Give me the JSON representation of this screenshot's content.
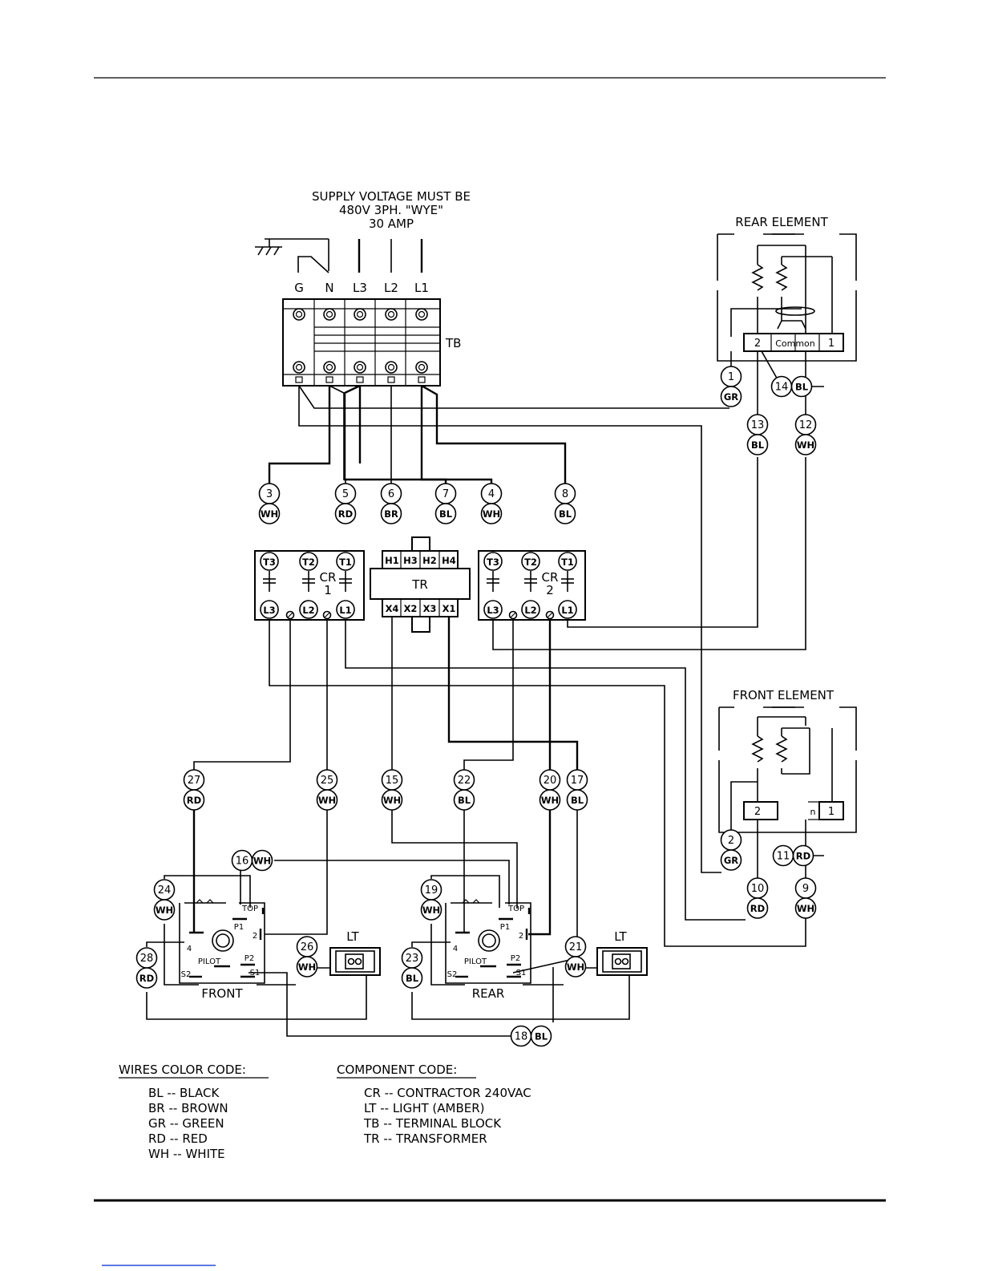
{
  "supply_note": [
    "SUPPLY VOLTAGE MUST BE",
    "480V 3PH. \"WYE\"",
    "30 AMP"
  ],
  "terminal_block": {
    "label": "TB",
    "terminals": [
      "G",
      "N",
      "L3",
      "L2",
      "L1"
    ]
  },
  "rear_element": {
    "title": "REAR ELEMENT",
    "terminals": {
      "t2": "2",
      "common": "Common",
      "t1": "1"
    }
  },
  "front_element": {
    "title": "FRONT ELEMENT",
    "terminals": {
      "t2": "2",
      "common_partial": "n",
      "t1": "1"
    }
  },
  "contactor_1": {
    "name": "CR",
    "index": "1",
    "top_terminals": [
      "T3",
      "T2",
      "T1"
    ],
    "bottom_terminals": [
      "L3",
      "L2",
      "L1"
    ]
  },
  "contactor_2": {
    "name": "CR",
    "index": "2",
    "top_terminals": [
      "T3",
      "T2",
      "T1"
    ],
    "bottom_terminals": [
      "L3",
      "L2",
      "L1"
    ]
  },
  "transformer": {
    "label": "TR",
    "top_terminals": [
      "H1",
      "H3",
      "H2",
      "H4"
    ],
    "bottom_terminals": [
      "X4",
      "X2",
      "X3",
      "X1"
    ]
  },
  "wire_tags": [
    {
      "num": "1",
      "color": "GR"
    },
    {
      "num": "14",
      "color": "BL"
    },
    {
      "num": "13",
      "color": "BL"
    },
    {
      "num": "12",
      "color": "WH"
    },
    {
      "num": "3",
      "color": "WH"
    },
    {
      "num": "5",
      "color": "RD"
    },
    {
      "num": "6",
      "color": "BR"
    },
    {
      "num": "7",
      "color": "BL"
    },
    {
      "num": "4",
      "color": "WH"
    },
    {
      "num": "8",
      "color": "BL"
    },
    {
      "num": "27",
      "color": "RD"
    },
    {
      "num": "25",
      "color": "WH"
    },
    {
      "num": "15",
      "color": "WH"
    },
    {
      "num": "22",
      "color": "BL"
    },
    {
      "num": "20",
      "color": "WH"
    },
    {
      "num": "17",
      "color": "BL"
    },
    {
      "num": "16",
      "color": "WH"
    },
    {
      "num": "2",
      "color": "GR"
    },
    {
      "num": "11",
      "color": "RD"
    },
    {
      "num": "10",
      "color": "RD"
    },
    {
      "num": "9",
      "color": "WH"
    },
    {
      "num": "24",
      "color": "WH"
    },
    {
      "num": "19",
      "color": "WH"
    },
    {
      "num": "28",
      "color": "RD"
    },
    {
      "num": "26",
      "color": "WH"
    },
    {
      "num": "23",
      "color": "BL"
    },
    {
      "num": "21",
      "color": "WH"
    },
    {
      "num": "18",
      "color": "BL"
    }
  ],
  "switches": [
    {
      "name": "FRONT",
      "labels": {
        "top": "TOP",
        "p1": "P1",
        "t2": "2",
        "t4": "4",
        "p2": "P2",
        "pilot": "PILOT",
        "s2": "S2",
        "s1": "S1"
      }
    },
    {
      "name": "REAR",
      "labels": {
        "top": "TOP",
        "p1": "P1",
        "t2": "2",
        "t4": "4",
        "p2": "P2",
        "pilot": "PILOT",
        "s2": "S2",
        "s1": "S1"
      }
    }
  ],
  "lights": [
    "LT",
    "LT"
  ],
  "legend": {
    "wires_title": "WIRES COLOR CODE:",
    "wires": [
      "BL -- BLACK",
      "BR -- BROWN",
      "GR -- GREEN",
      "RD -- RED",
      "WH -- WHITE"
    ],
    "components_title": "COMPONENT CODE:",
    "components": [
      "CR -- CONTRACTOR 240VAC",
      "LT -- LIGHT (AMBER)",
      "TB -- TERMINAL BLOCK",
      "TR -- TRANSFORMER"
    ]
  }
}
